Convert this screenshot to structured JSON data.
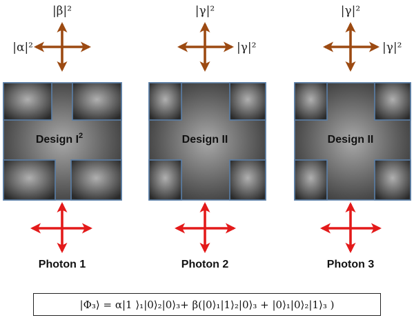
{
  "colors": {
    "top_arrow": "#9c4a12",
    "bottom_arrow": "#e31a1a",
    "device_edge": "#5a7fa8",
    "device_fill_center": "#a6a6a6",
    "device_fill_edge": "#2e2e2e"
  },
  "columns": [
    {
      "top_label": "|β|²",
      "side_label": "|α|²",
      "side_label_position": "left",
      "design_label_main": "Design I",
      "design_label_sup": "2",
      "photon_label": "Photon 1"
    },
    {
      "top_label": "|γ|²",
      "side_label": "|γ|²",
      "side_label_position": "right",
      "design_label_main": "Design II",
      "design_label_sup": "",
      "photon_label": "Photon 2"
    },
    {
      "top_label": "|γ|²",
      "side_label": "|γ|²",
      "side_label_position": "right",
      "design_label_main": "Design II",
      "design_label_sup": "",
      "photon_label": "Photon 3"
    }
  ],
  "state_equation": "|Φ₃⟩ = α|1 ⟩₁|0⟩₂|0⟩₃+ β(|0⟩₁|1⟩₂|0⟩₃ + |0⟩₁|0⟩₂|1⟩₃ )"
}
